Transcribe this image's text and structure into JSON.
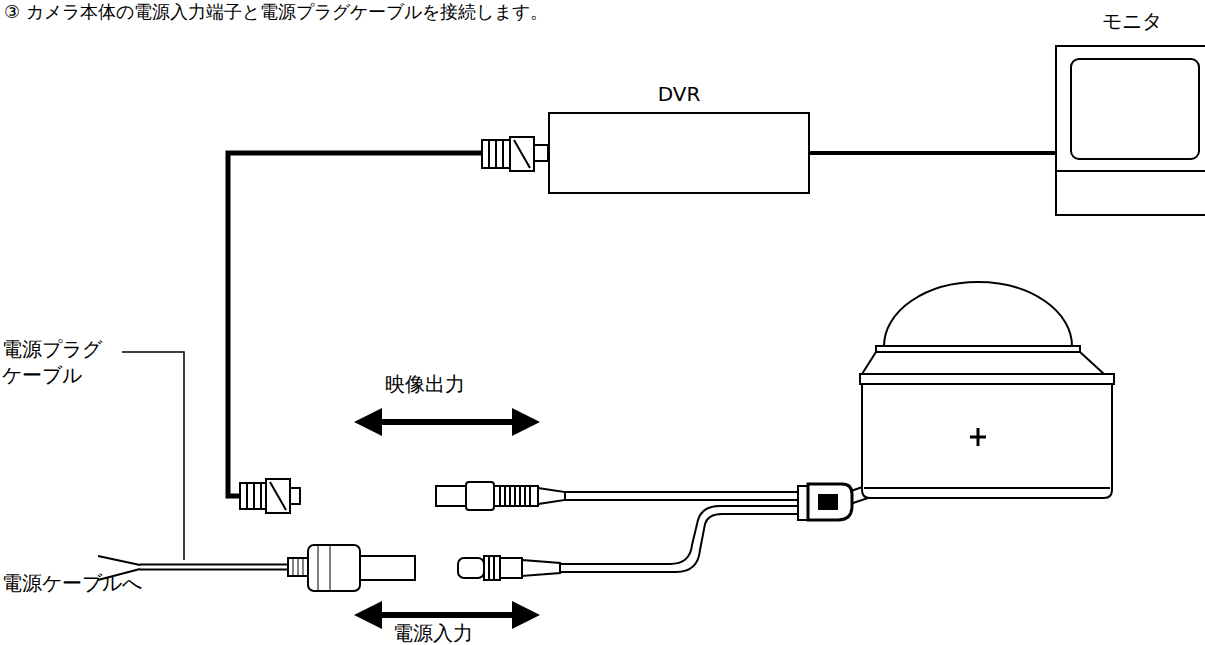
{
  "diagram": {
    "nodes": [
      {
        "text": [
          "DVR"
        ]
      },
      {
        "text": [
          "モニタ"
        ]
      }
    ],
    "edges": [
      {
        "from": 0,
        "to": 1,
        "arrow": "none"
      }
    ],
    "labels": [
      "③ カメラ本体の電源入力端子と電源プラグケーブルを接続します。",
      "映像出力",
      "電源プラグ ケーブル",
      "電源ケーブルへ",
      "電源入力"
    ]
  }
}
